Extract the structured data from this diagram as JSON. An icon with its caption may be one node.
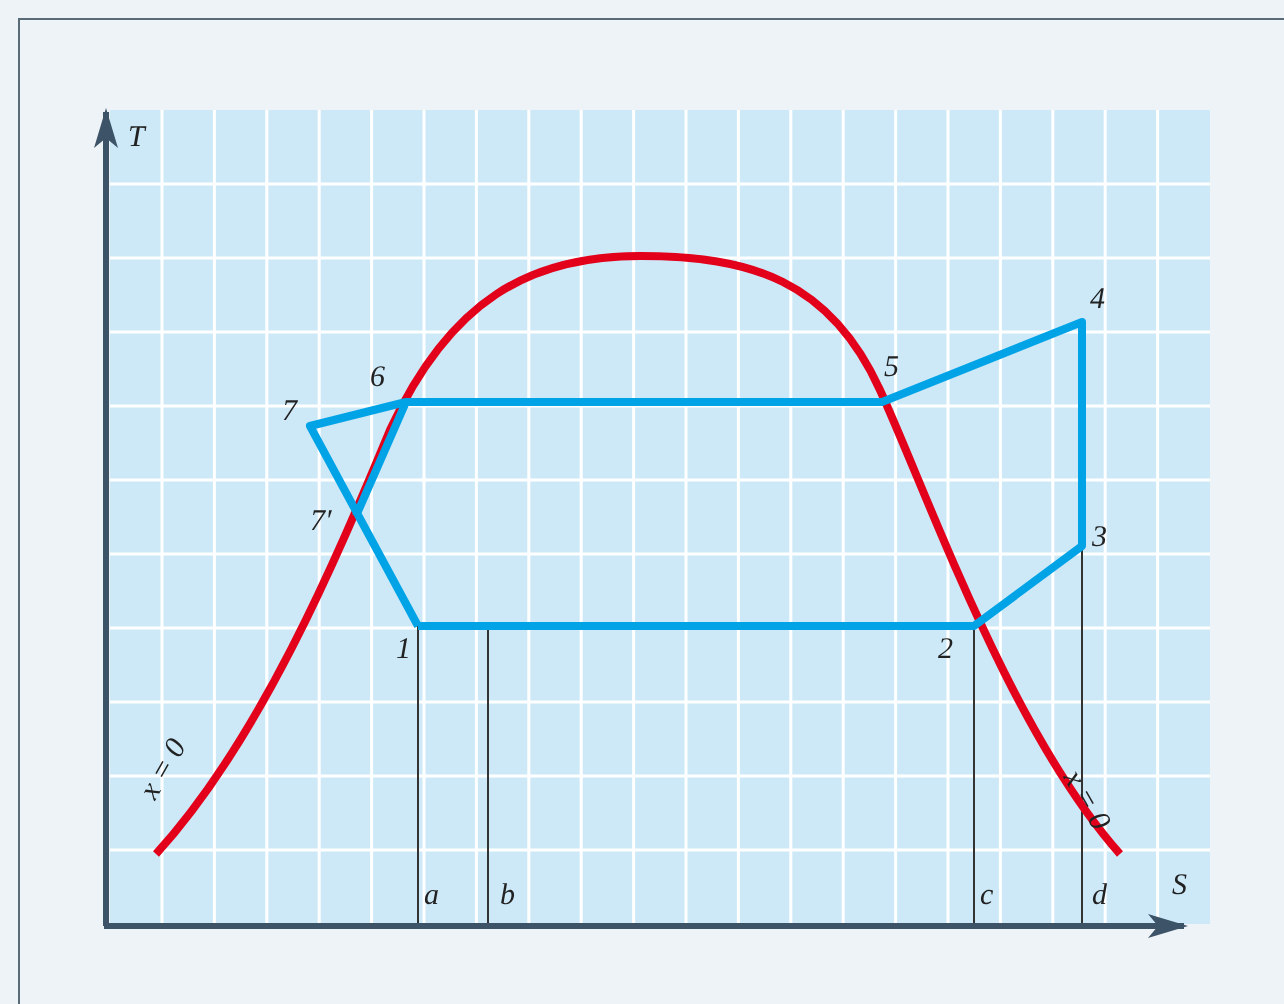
{
  "diagram": {
    "labels": [
      "T",
      "4",
      "5",
      "6",
      "7",
      "7′",
      "3",
      "1",
      "2",
      "x = 0",
      "x = 0",
      "a",
      "b",
      "c",
      "d",
      "S"
    ]
  }
}
